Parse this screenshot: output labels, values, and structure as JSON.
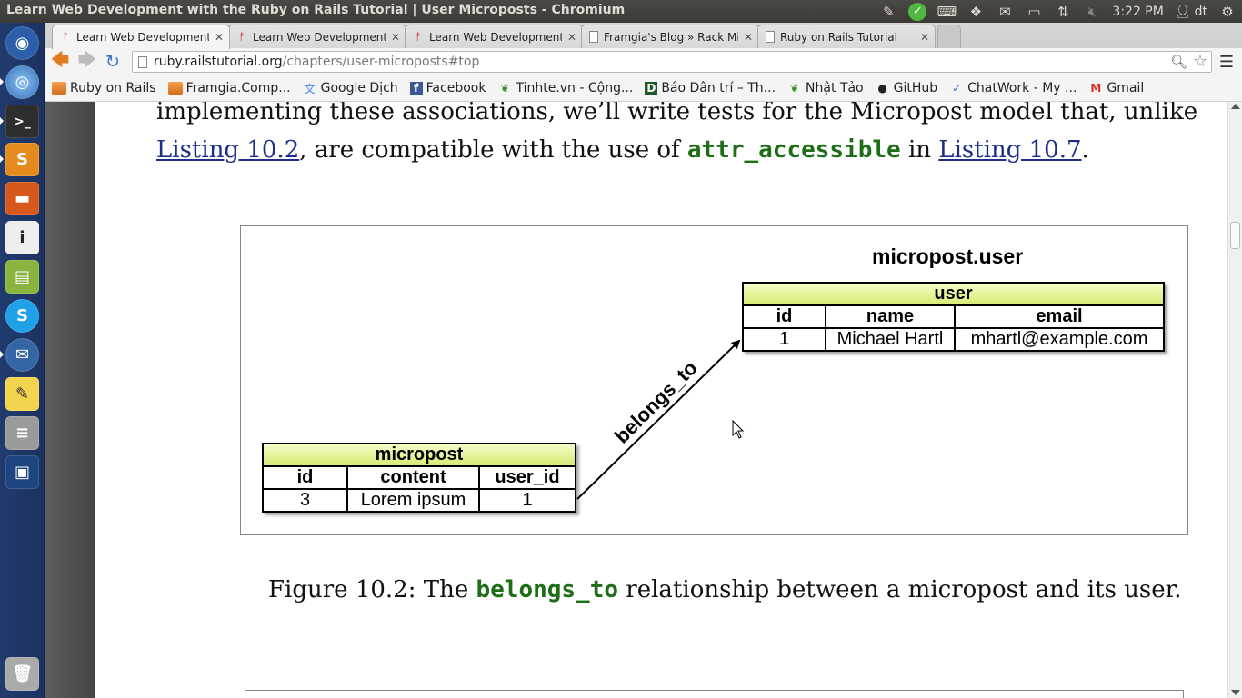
{
  "window": {
    "title": "Learn Web Development with the Ruby on Rails Tutorial | User Microposts - Chromium"
  },
  "tray": {
    "time": "3:22 PM",
    "user": "dt"
  },
  "tabs": [
    {
      "label": "Learn Web Development",
      "active": true
    },
    {
      "label": "Learn Web Development",
      "active": false
    },
    {
      "label": "Learn Web Development",
      "active": false
    },
    {
      "label": "Framgia's Blog » Rack Mid",
      "active": false
    },
    {
      "label": "Ruby on Rails Tutorial",
      "active": false
    }
  ],
  "omnibox": {
    "host": "ruby.railstutorial.org",
    "path": "/chapters/user-microposts#top"
  },
  "bookmarks": [
    {
      "label": "Ruby on Rails",
      "icon": "folder-icon"
    },
    {
      "label": "Framgia.Comp...",
      "icon": "folder-icon"
    },
    {
      "label": "Google Dịch",
      "icon": "google-translate-icon"
    },
    {
      "label": "Facebook",
      "icon": "facebook-icon"
    },
    {
      "label": "Tinhte.vn - Cộng...",
      "icon": "tinhte-icon"
    },
    {
      "label": "Báo Dân trí – Th...",
      "icon": "dantri-icon"
    },
    {
      "label": "Nhật Tảo",
      "icon": "nhattao-icon"
    },
    {
      "label": "GitHub",
      "icon": "github-icon"
    },
    {
      "label": "ChatWork - My ...",
      "icon": "chatwork-icon"
    },
    {
      "label": "Gmail",
      "icon": "gmail-icon"
    }
  ],
  "content": {
    "line1": "implementing these associations, we’ll write tests for the Micropost model that, unlike",
    "line2_link1": "Listing 10.2",
    "line2_mid": ", are compatible with the use of ",
    "line2_code": "attr_accessible",
    "line2_in": " in ",
    "line2_link2": "Listing 10.7",
    "line2_end": "."
  },
  "figure": {
    "association_title": "micropost.user",
    "arrow_label": "belongs_to",
    "micropost_table": {
      "name": "micropost",
      "headers": [
        "id",
        "content",
        "user_id"
      ],
      "row": [
        "3",
        "Lorem ipsum",
        "1"
      ]
    },
    "user_table": {
      "name": "user",
      "headers": [
        "id",
        "name",
        "email"
      ],
      "row": [
        "1",
        "Michael Hartl",
        "mhartl@example.com"
      ]
    }
  },
  "caption": {
    "prefix": "Figure 10.2:   The ",
    "code": "belongs_to",
    "suffix": " relationship between a micropost and its user."
  }
}
